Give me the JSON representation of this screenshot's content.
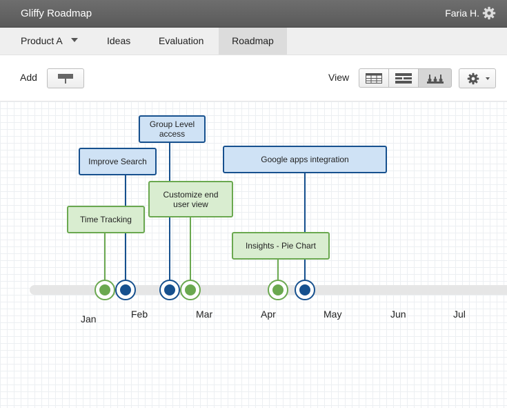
{
  "app": {
    "title": "Gliffy Roadmap",
    "user": "Faria H."
  },
  "tabs": [
    {
      "label": "Product A"
    },
    {
      "label": "Ideas"
    },
    {
      "label": "Evaluation"
    },
    {
      "label": "Roadmap",
      "active": true
    }
  ],
  "toolbar": {
    "add_label": "Add",
    "view_label": "View"
  },
  "timeline": {
    "months": [
      "Jan",
      "Feb",
      "Mar",
      "Apr",
      "May",
      "Jun",
      "Jul"
    ],
    "items": [
      {
        "label": "Group Level access",
        "color": "blue"
      },
      {
        "label": "Improve Search",
        "color": "blue"
      },
      {
        "label": "Google apps integration",
        "color": "blue"
      },
      {
        "label": "Customize end user view",
        "color": "green"
      },
      {
        "label": "Time Tracking",
        "color": "green"
      },
      {
        "label": "Insights - Pie Chart",
        "color": "green"
      }
    ]
  },
  "colors": {
    "blue": "#16508e",
    "green": "#6aa84f",
    "blue_fill": "#cfe2f5",
    "green_fill": "#d9edd0"
  }
}
